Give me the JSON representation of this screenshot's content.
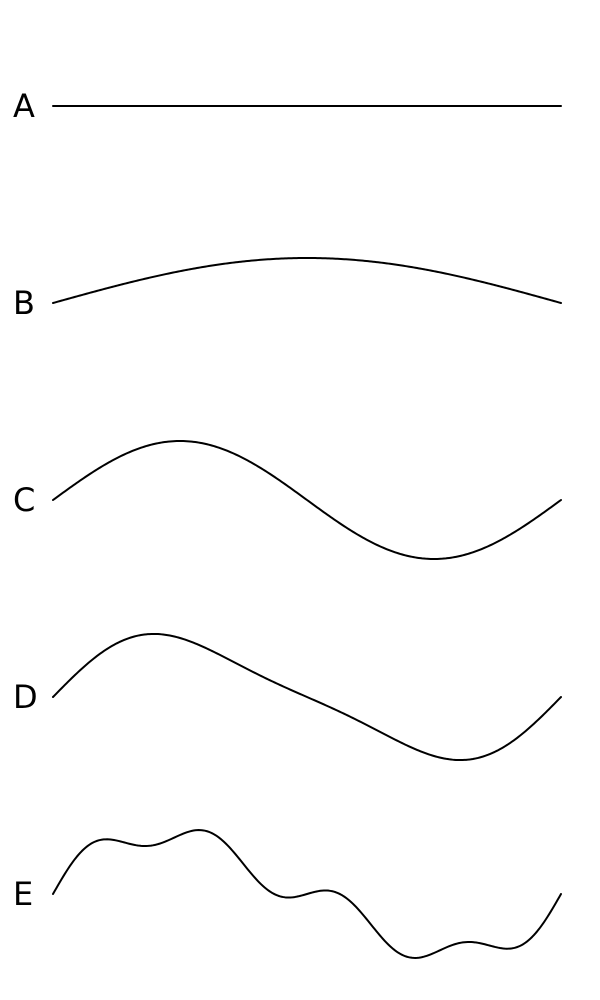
{
  "colors": {
    "background": "#ffffff",
    "stroke": "#000000"
  },
  "waves": [
    {
      "label": "A",
      "components": []
    },
    {
      "label": "B",
      "components": [
        {
          "harmonic": 1,
          "amplitude": 1.0,
          "phase": "sine"
        }
      ]
    },
    {
      "label": "C",
      "components": [
        {
          "harmonic": 2,
          "amplitude": 1.0,
          "phase": "sine"
        }
      ]
    },
    {
      "label": "D",
      "components": [
        {
          "harmonic": 2,
          "amplitude": 1.0,
          "phase": "sine"
        },
        {
          "harmonic": 4,
          "amplitude": 0.2,
          "phase": "sine"
        }
      ]
    },
    {
      "label": "E",
      "components": [
        {
          "harmonic": 2,
          "amplitude": 1.0,
          "phase": "sine"
        },
        {
          "harmonic": 4,
          "amplitude": 0.2,
          "phase": "sine"
        },
        {
          "harmonic": 8,
          "amplitude": 0.25,
          "phase": "sine"
        }
      ]
    }
  ]
}
